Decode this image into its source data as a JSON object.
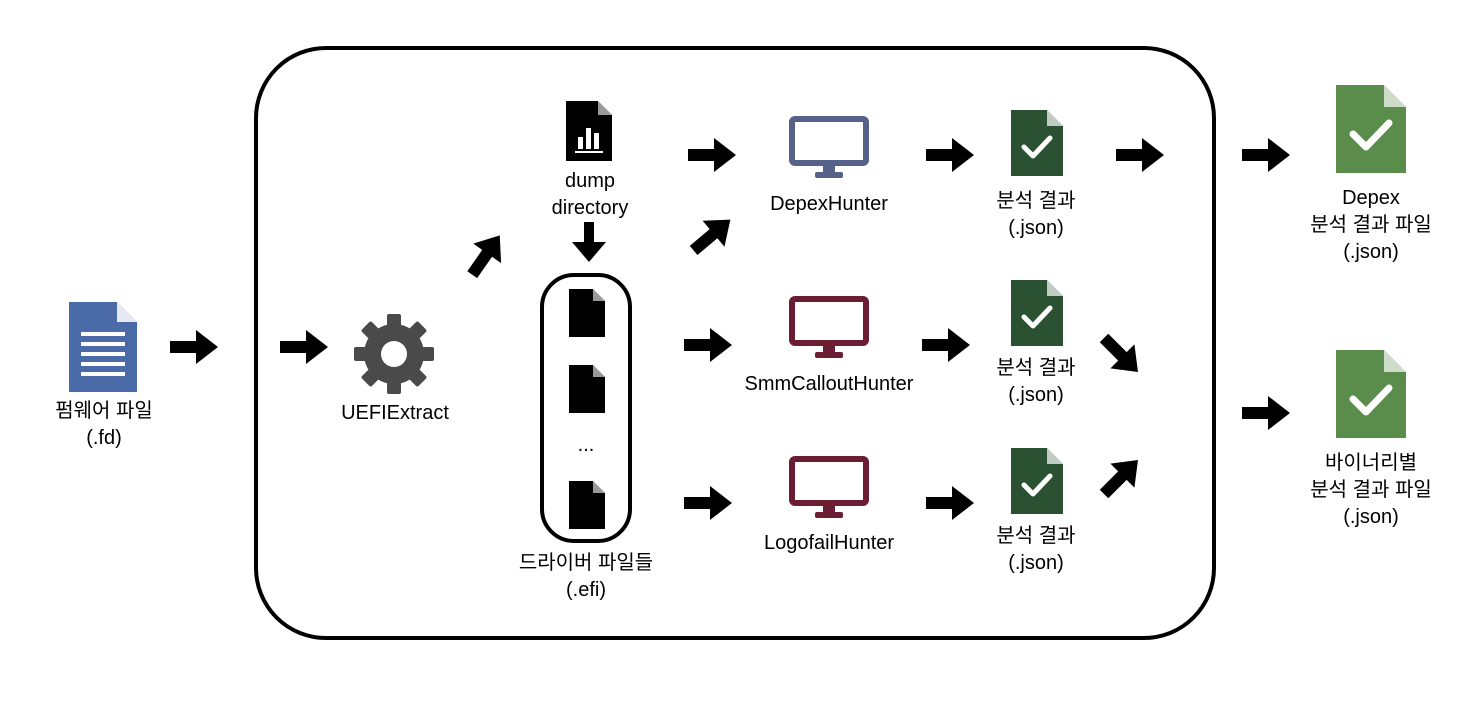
{
  "firmware": {
    "line1": "펌웨어 파일",
    "line2": "(.fd)"
  },
  "extractor": {
    "label": "UEFIExtract"
  },
  "dump": {
    "line1": "dump",
    "line2": "directory"
  },
  "drivers": {
    "line1": "드라이버 파일들",
    "line2": "(.efi)",
    "ellipsis": "..."
  },
  "hunters": [
    {
      "label": "DepexHunter",
      "color": "#56618a"
    },
    {
      "label": "SmmCalloutHunter",
      "color": "#6b1d34"
    },
    {
      "label": "LogofailHunter",
      "color": "#6b1d34"
    }
  ],
  "results": [
    {
      "line1": "분석 결과",
      "line2": "(.json)",
      "color": "#2a5232"
    },
    {
      "line1": "분석 결과",
      "line2": "(.json)",
      "color": "#2a5232"
    },
    {
      "line1": "분석 결과",
      "line2": "(.json)",
      "color": "#2a5232"
    }
  ],
  "outputs": [
    {
      "line1": "Depex",
      "line2": "분석 결과 파일",
      "line3": "(.json)",
      "color": "#5a8c4c"
    },
    {
      "line1": "바이너리별",
      "line2": "분석 결과 파일",
      "line3": "(.json)",
      "color": "#5a8c4c"
    }
  ],
  "colors": {
    "firmware_doc": "#4a6ba8",
    "gear": "#4a4a4a"
  }
}
